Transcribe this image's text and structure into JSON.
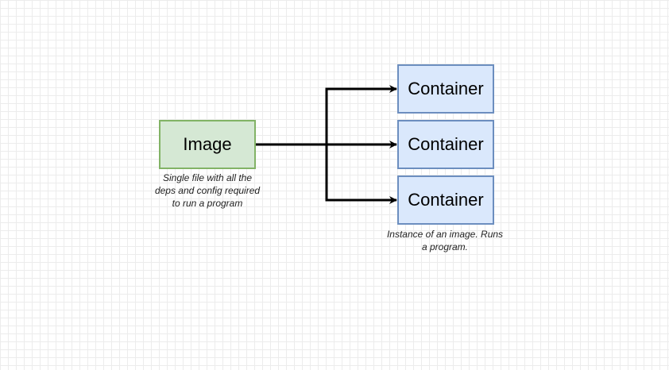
{
  "diagram": {
    "image_node": {
      "label": "Image",
      "fill": "#d5e8d4",
      "stroke": "#82b366"
    },
    "image_caption": "Single file with all the deps and config required to run a program",
    "container_nodes": [
      {
        "label": "Container"
      },
      {
        "label": "Container"
      },
      {
        "label": "Container"
      }
    ],
    "container_style": {
      "fill": "#dae8fc",
      "stroke": "#6c8ebf"
    },
    "container_caption": "Instance of an image. Runs a program.",
    "edge_color": "#000000"
  }
}
